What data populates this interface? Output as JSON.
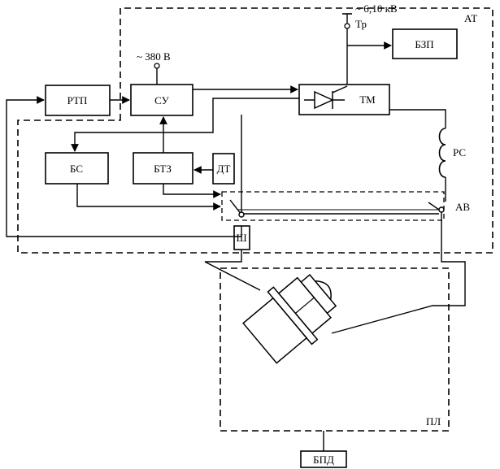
{
  "labels": {
    "supply_hv": "~ 6;10 кВ",
    "transformer": "Тр",
    "supply_lv": "~ 380 В",
    "at": "АТ",
    "rs": "РС",
    "av": "АВ",
    "pl": "ПЛ"
  },
  "blocks": {
    "bzp": "БЗП",
    "rtp": "РТП",
    "su": "СУ",
    "tm": "ТМ",
    "bs": "БС",
    "btz": "БТЗ",
    "dt": "ДТ",
    "sh": "Ш",
    "bpd": "БПД"
  }
}
